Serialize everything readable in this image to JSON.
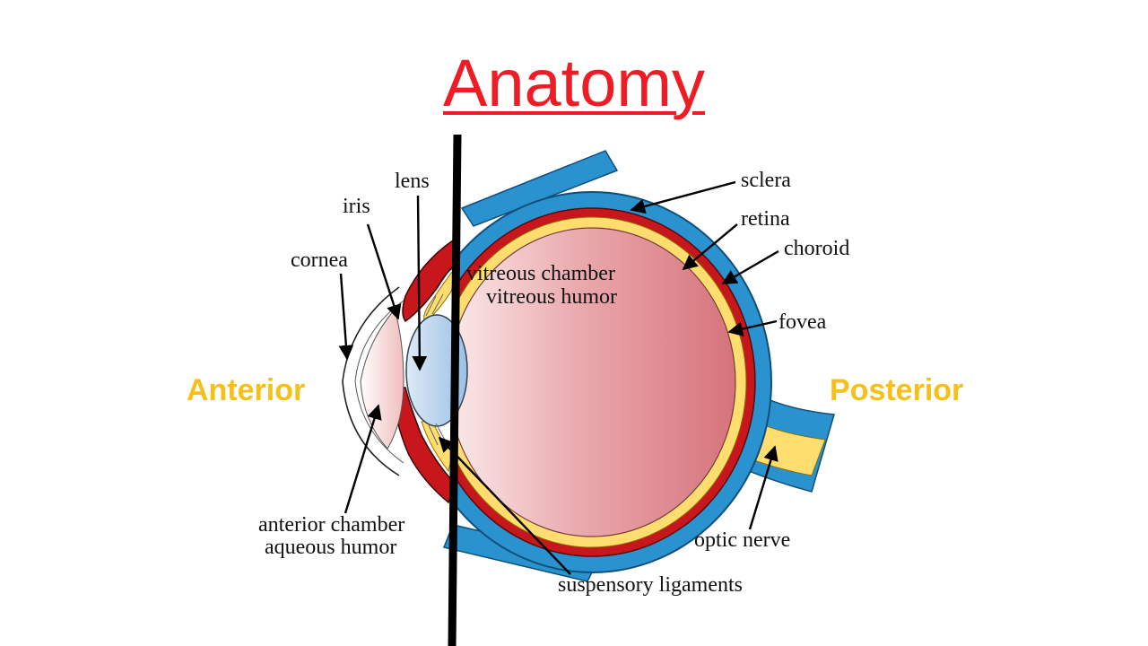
{
  "title": "Anatomy",
  "orientation": {
    "left": "Anterior",
    "right": "Posterior"
  },
  "labels": {
    "lens": "lens",
    "iris": "iris",
    "cornea": "cornea",
    "vitreous_chamber": "vitreous chamber",
    "vitreous_humor": "vitreous humor",
    "sclera": "sclera",
    "retina": "retina",
    "choroid": "choroid",
    "fovea": "fovea",
    "anterior_chamber": "anterior chamber",
    "aqueous_humor": "aqueous humor",
    "optic_nerve": "optic nerve",
    "suspensory_ligaments": "suspensory ligaments"
  },
  "colors": {
    "title": "#ee1c24",
    "orientation": "#f7c018",
    "sclera": "#2a93cf",
    "choroid": "#c8161d",
    "retina": "#ffdd6e",
    "vitreous": "#d9767e",
    "lens": "#b7d3ee"
  }
}
